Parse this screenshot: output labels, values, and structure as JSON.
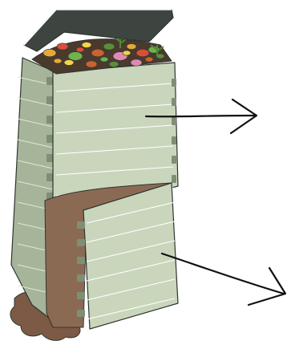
{
  "illustration": {
    "subject": "compost-bin",
    "colors": {
      "bin_body": "#c9d6bc",
      "bin_side": "#a6b59a",
      "bin_dark": "#7f8f75",
      "lid": "#3e4540",
      "compost": "#8b6a53",
      "soil_spill": "#7c5a45",
      "outline": "#2f3530",
      "arrow": "#111111",
      "food_scraps": [
        "#e7a83a",
        "#d84f3a",
        "#6fb24f",
        "#f3d34a",
        "#c9642f",
        "#5a8f3a",
        "#e08ab0"
      ]
    },
    "arrows": [
      {
        "target": "fresh-waste-layer"
      },
      {
        "target": "finished-compost-hatch"
      }
    ]
  }
}
